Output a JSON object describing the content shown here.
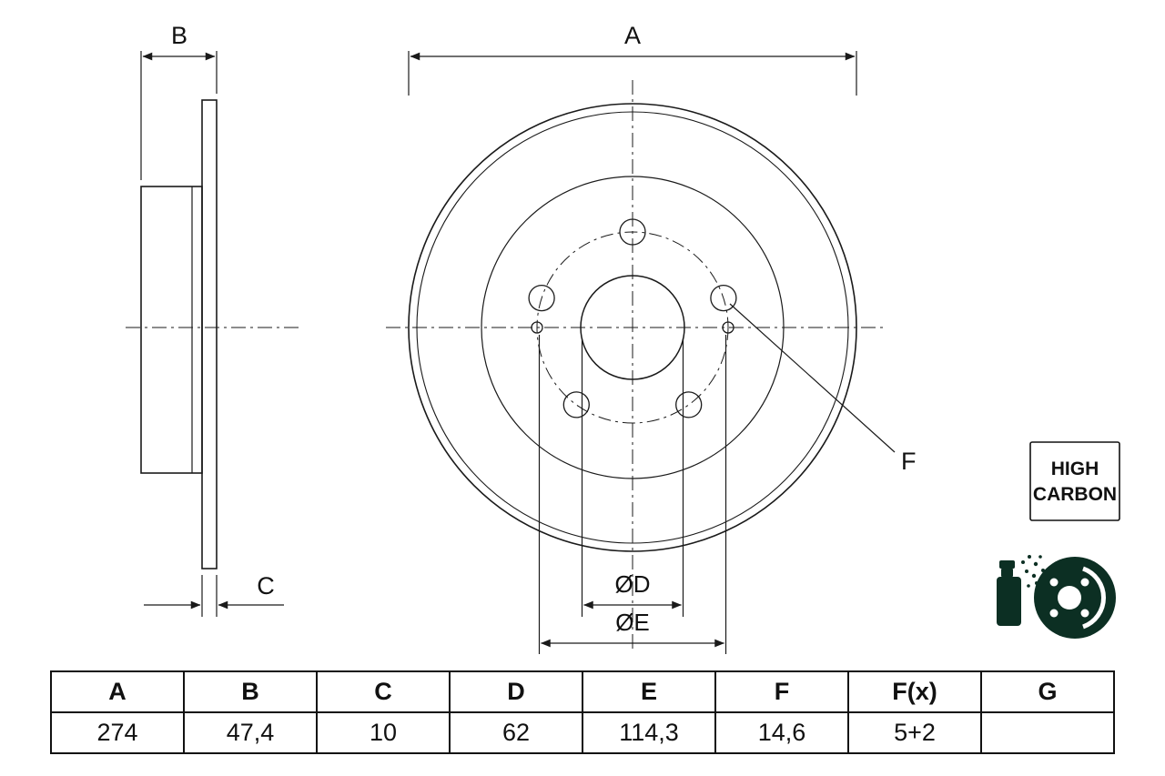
{
  "drawing": {
    "dims": {
      "A": "A",
      "B": "B",
      "C": "C",
      "F": "F",
      "dD": "ØD",
      "dE": "ØE"
    }
  },
  "badge": {
    "line1": "HIGH",
    "line2": "CARBON"
  },
  "table": {
    "headers": [
      "A",
      "B",
      "C",
      "D",
      "E",
      "F",
      "F(x)",
      "G"
    ],
    "values": [
      "274",
      "47,4",
      "10",
      "62",
      "114,3",
      "14,6",
      "5+2",
      ""
    ]
  },
  "colors": {
    "line": "#1a1a1a",
    "icon": "#0c2f23"
  }
}
